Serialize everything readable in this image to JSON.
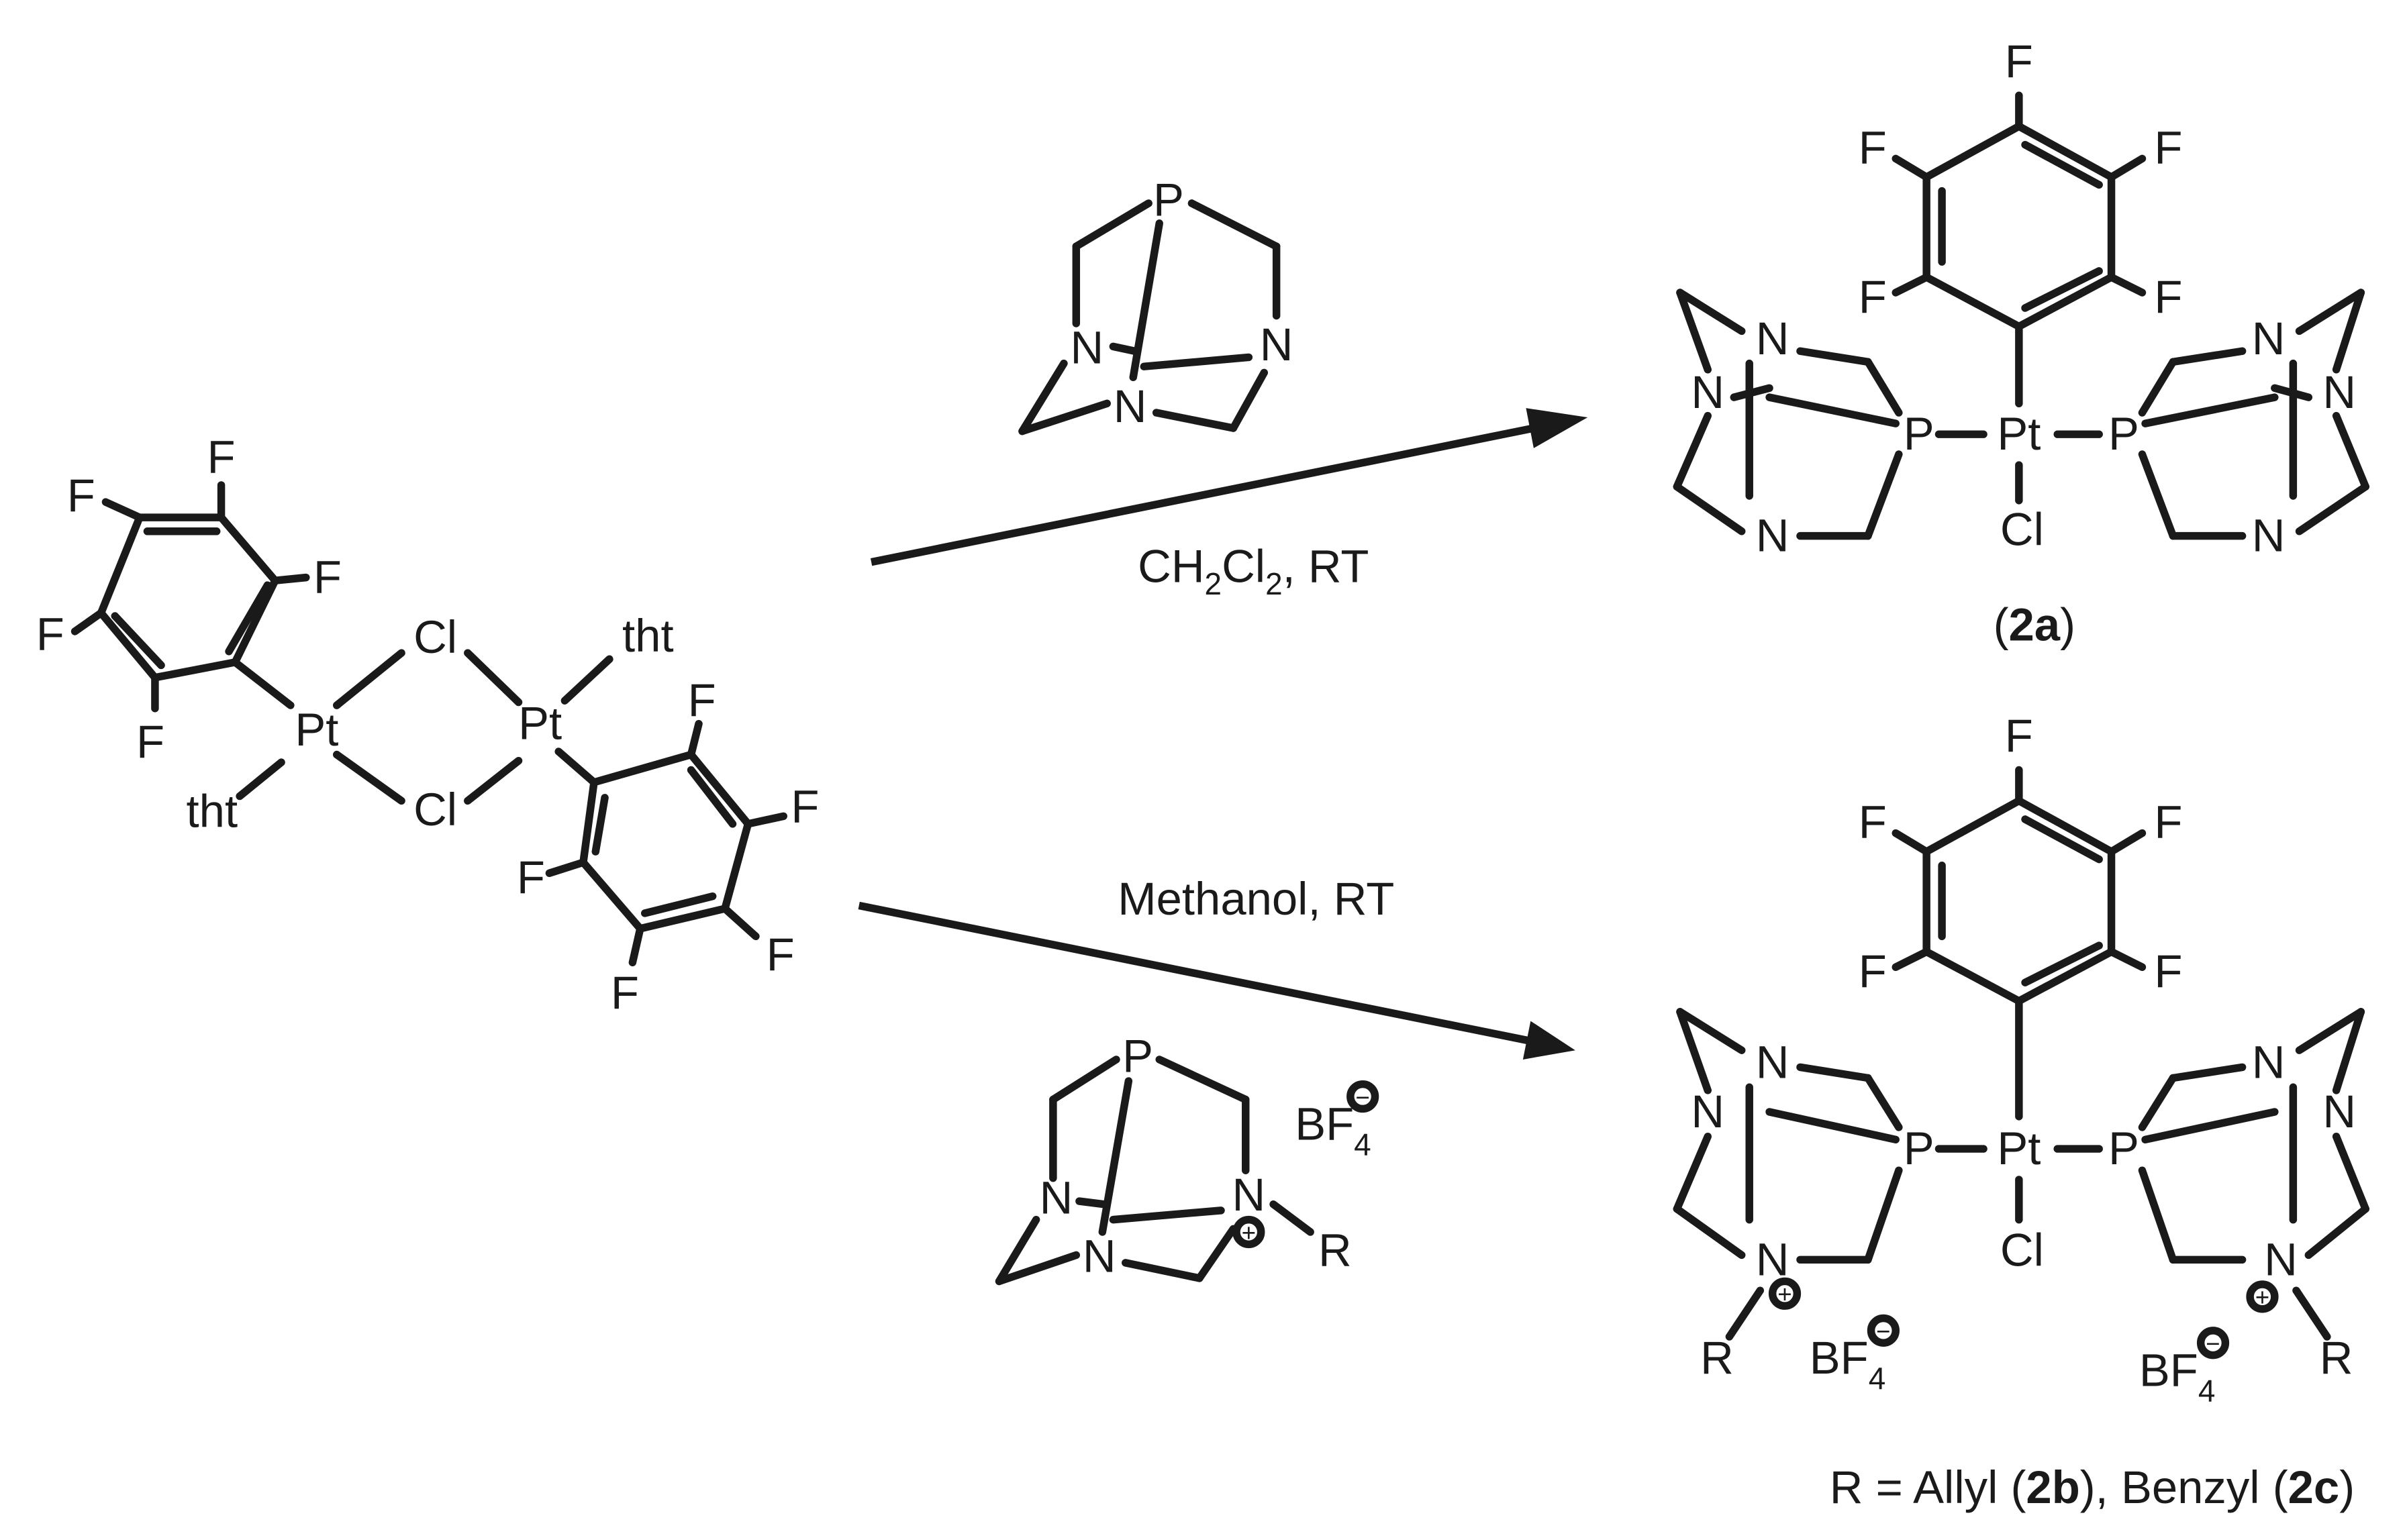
{
  "atoms": {
    "F": "F",
    "Cl": "Cl",
    "Pt": "Pt",
    "P": "P",
    "N": "N",
    "R": "R",
    "tht": "tht",
    "BF": "BF",
    "four": "4",
    "two": "2",
    "plus": "+",
    "minus": "−"
  },
  "reactions": {
    "top_conditions": {
      "ch": "CH",
      "cl": "Cl",
      "sep": ", ",
      "rt": "RT"
    },
    "bottom_conditions": "Methanol, RT"
  },
  "products": {
    "label_2a_open": "(",
    "label_2a_bold": "2a",
    "label_2a_close": ")",
    "footnote": {
      "prefix": "R = Allyl (",
      "b": "2b",
      "mid": "), Benzyl (",
      "c": "2c",
      "close": ")"
    }
  },
  "colors": {
    "ink": "#1a1a1a",
    "background": "#ffffff"
  }
}
